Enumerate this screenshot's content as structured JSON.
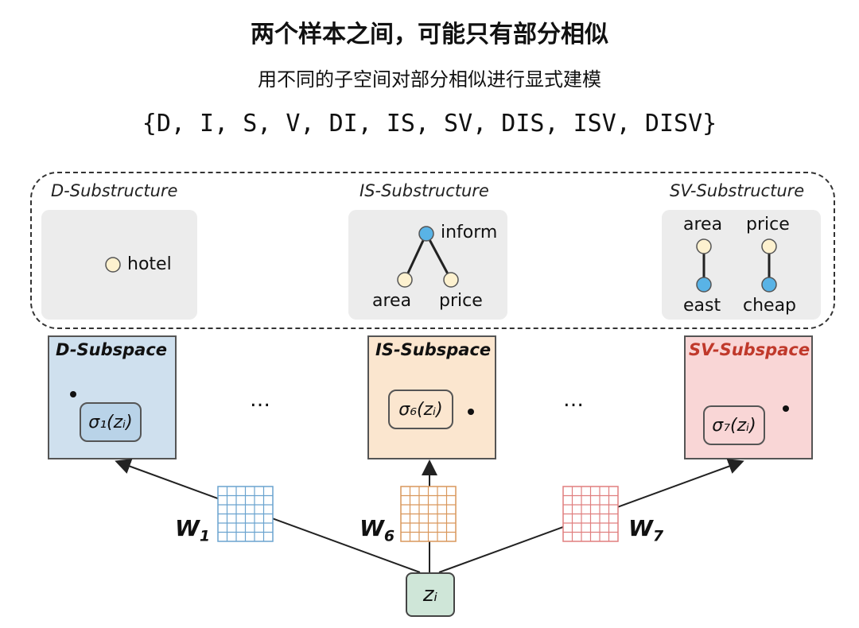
{
  "header": {
    "title": "两个样本之间，可能只有部分相似",
    "subtitle": "用不同的子空间对部分相似进行显式建模",
    "subset_list": "{D, I, S, V, DI, IS, SV, DIS, ISV, DISV}"
  },
  "substructures": [
    {
      "label": "D-Substructure",
      "nodes": [
        "hotel"
      ]
    },
    {
      "label": "IS-Substructure",
      "nodes": [
        "inform",
        "area",
        "price"
      ]
    },
    {
      "label": "SV-Substructure",
      "nodes": [
        "area",
        "price",
        "east",
        "cheap"
      ]
    }
  ],
  "subspaces": [
    {
      "label": "D-Subspace",
      "sigma": "σ₁(zᵢ)",
      "fill": "#cfe0ee"
    },
    {
      "label": "IS-Subspace",
      "sigma": "σ₆(zᵢ)",
      "fill": "#fbe6cf"
    },
    {
      "label": "SV-Subspace",
      "sigma": "σ₇(zᵢ)",
      "fill": "#f9d6d6",
      "title_color": "#c0392b"
    }
  ],
  "ellipsis": "…",
  "weights": [
    {
      "letter": "W",
      "sub": "1",
      "color": "#6aa3cf"
    },
    {
      "letter": "W",
      "sub": "6",
      "color": "#d9975c"
    },
    {
      "letter": "W",
      "sub": "7",
      "color": "#e07f7f"
    }
  ],
  "input": "zᵢ",
  "colors": {
    "node_light": "#fdf1cf",
    "node_blue": "#59b3e6",
    "gray_panel": "#ececec"
  }
}
